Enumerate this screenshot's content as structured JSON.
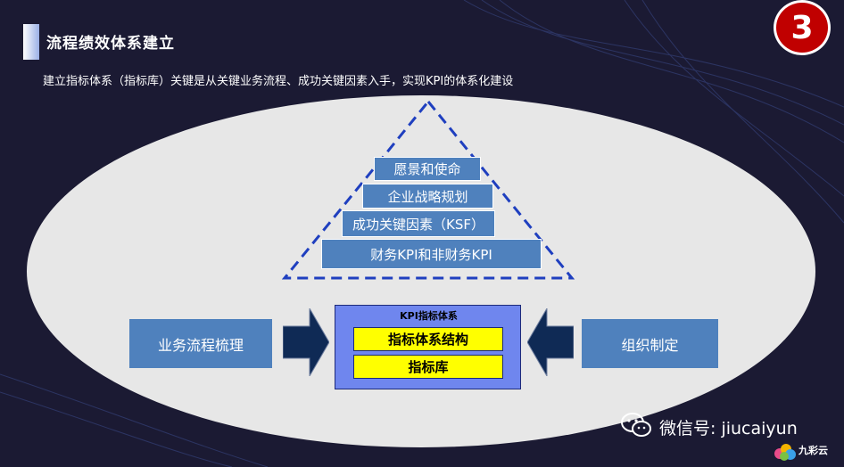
{
  "header": {
    "title": "流程绩效体系建立",
    "badge_number": "3",
    "subtitle": "建立指标体系（指标库）关键是从关键业务流程、成功关键因素入手，实现KPI的体系化建设"
  },
  "pyramid": {
    "levels": [
      "愿景和使命",
      "企业战略规划",
      "成功关键因素（KSF）",
      "财务KPI和非财务KPI"
    ]
  },
  "left_box": {
    "label": "业务流程梳理"
  },
  "right_box": {
    "label": "组织制定"
  },
  "kpi_system": {
    "title": "KPI指标体系",
    "items": [
      "指标体系结构",
      "指标库"
    ]
  },
  "footer": {
    "wechat_text": "微信号: jiucaiyun",
    "logo_text": "九彩云"
  },
  "colors": {
    "background": "#1b1a33",
    "ellipse": "#e7e7e7",
    "box_blue": "#4f81bd",
    "arrow_navy": "#0f2a55",
    "kpi_panel": "#6f86ee",
    "kpi_item": "#ffff00",
    "badge": "#c00000",
    "triangle_dash": "#1f3fbf"
  }
}
